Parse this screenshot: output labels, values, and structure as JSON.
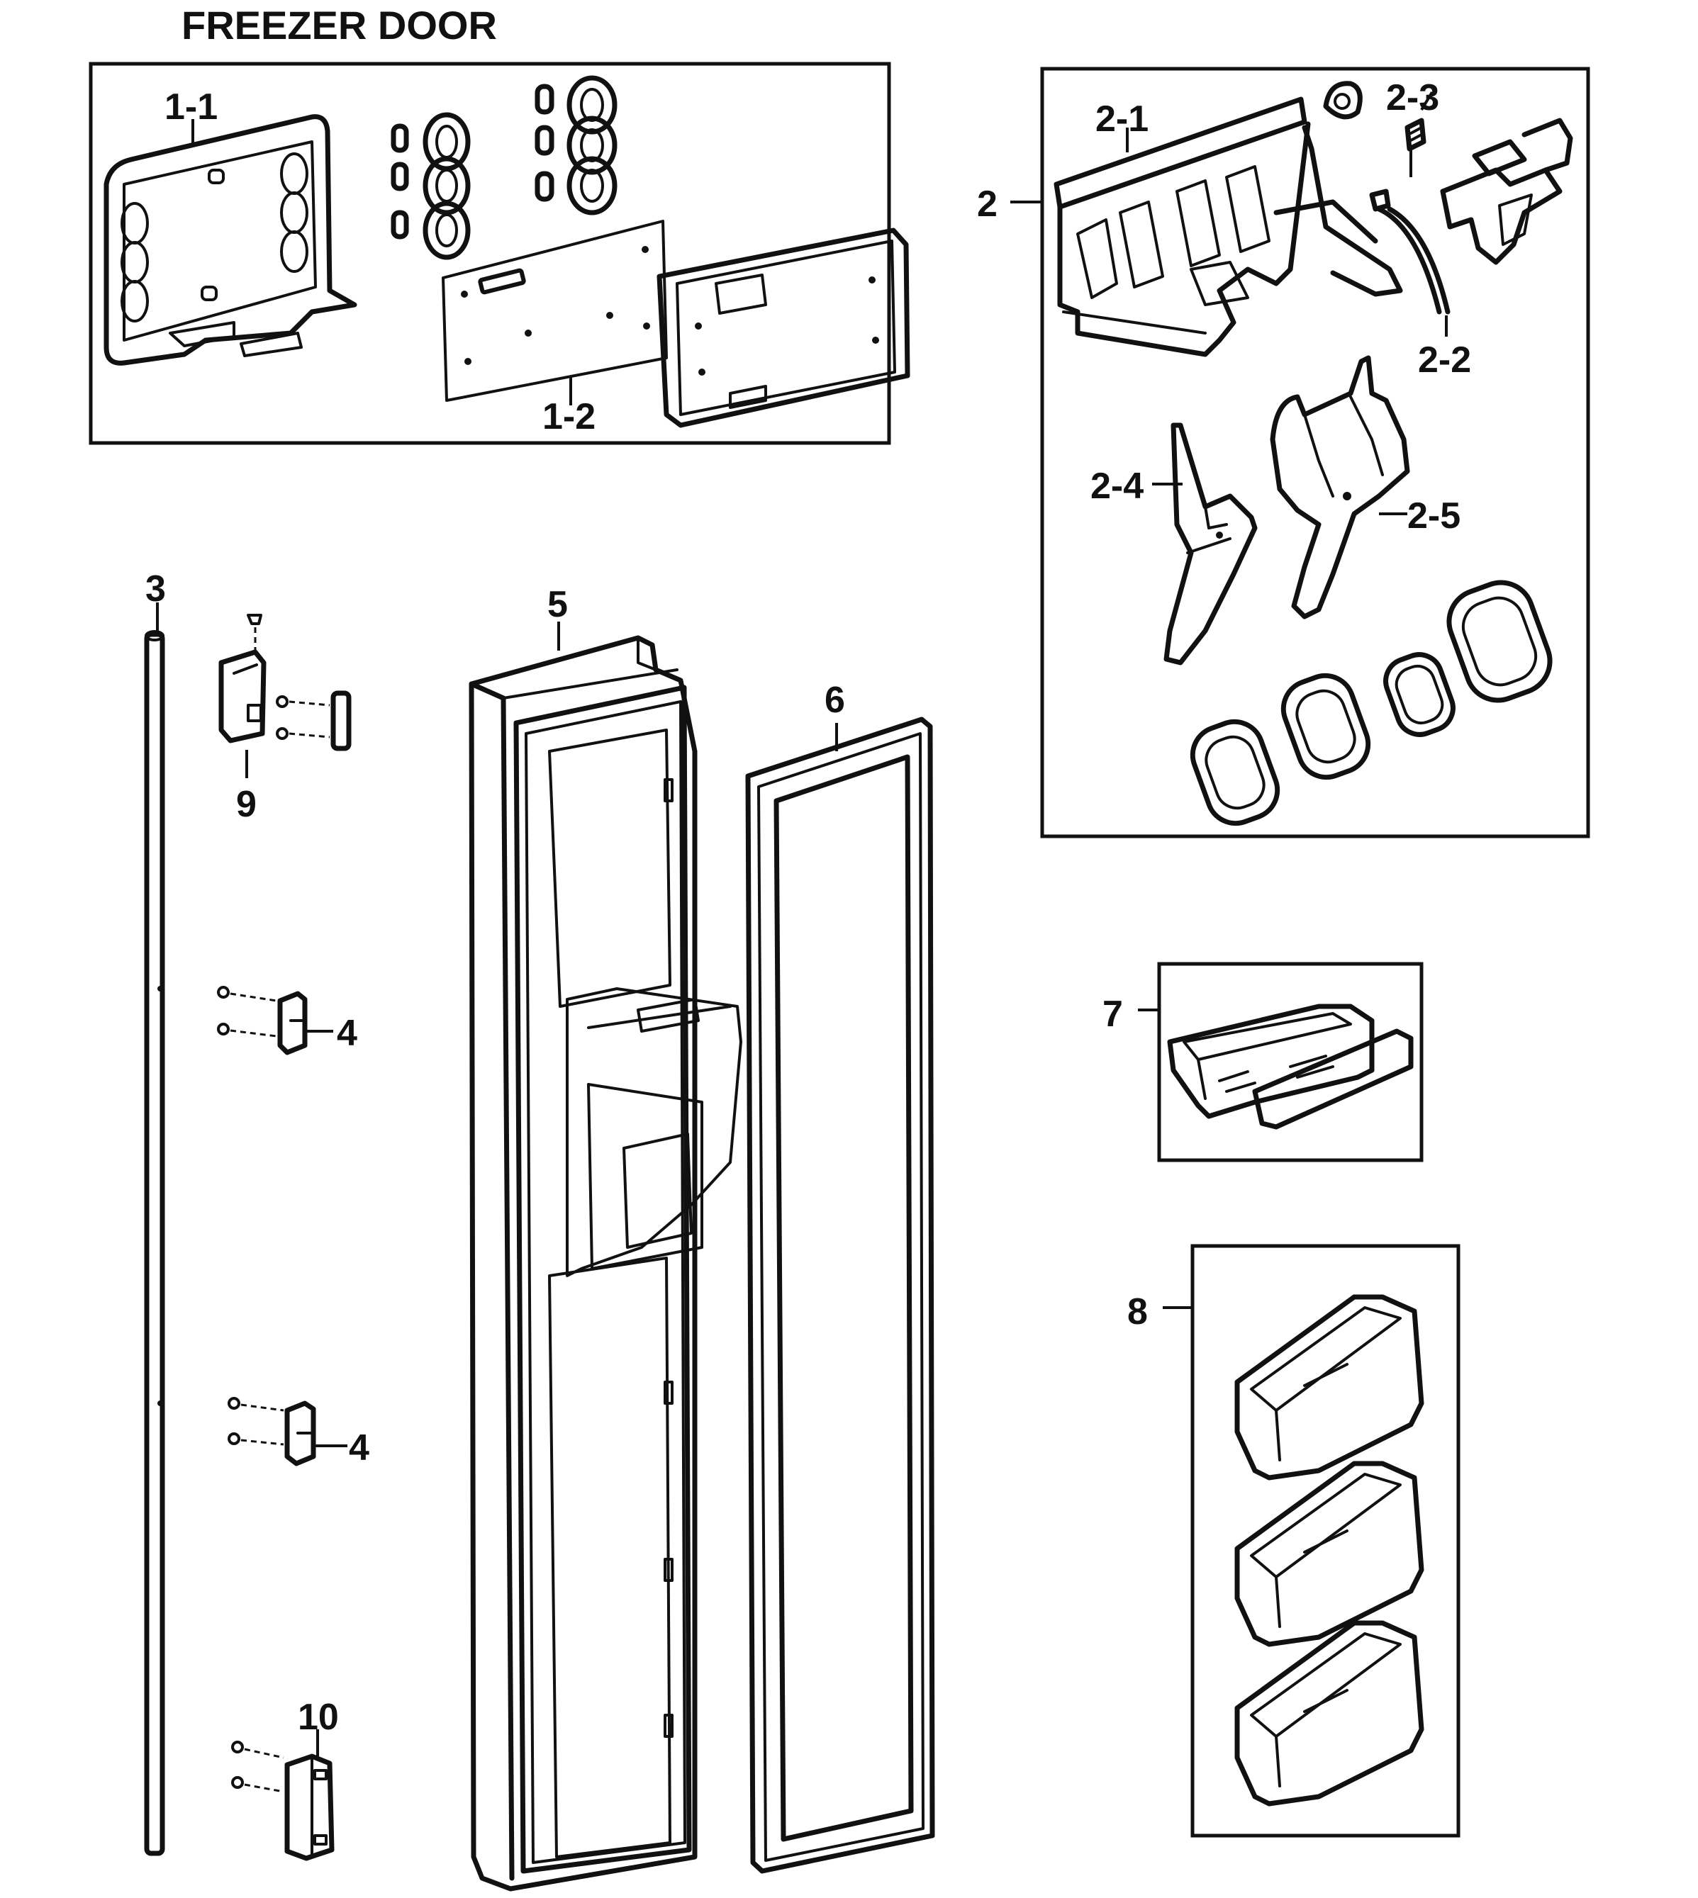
{
  "title": "FREEZER DOOR",
  "callouts": {
    "c1_1": "1-1",
    "c1_2": "1-2",
    "c2": "2",
    "c2_1": "2-1",
    "c2_2": "2-2",
    "c2_3": "2-3",
    "c2_4": "2-4",
    "c2_5": "2-5",
    "c3": "3",
    "c4a": "4",
    "c4b": "4",
    "c5": "5",
    "c6": "6",
    "c7": "7",
    "c8": "8",
    "c9": "9",
    "c10": "10"
  }
}
